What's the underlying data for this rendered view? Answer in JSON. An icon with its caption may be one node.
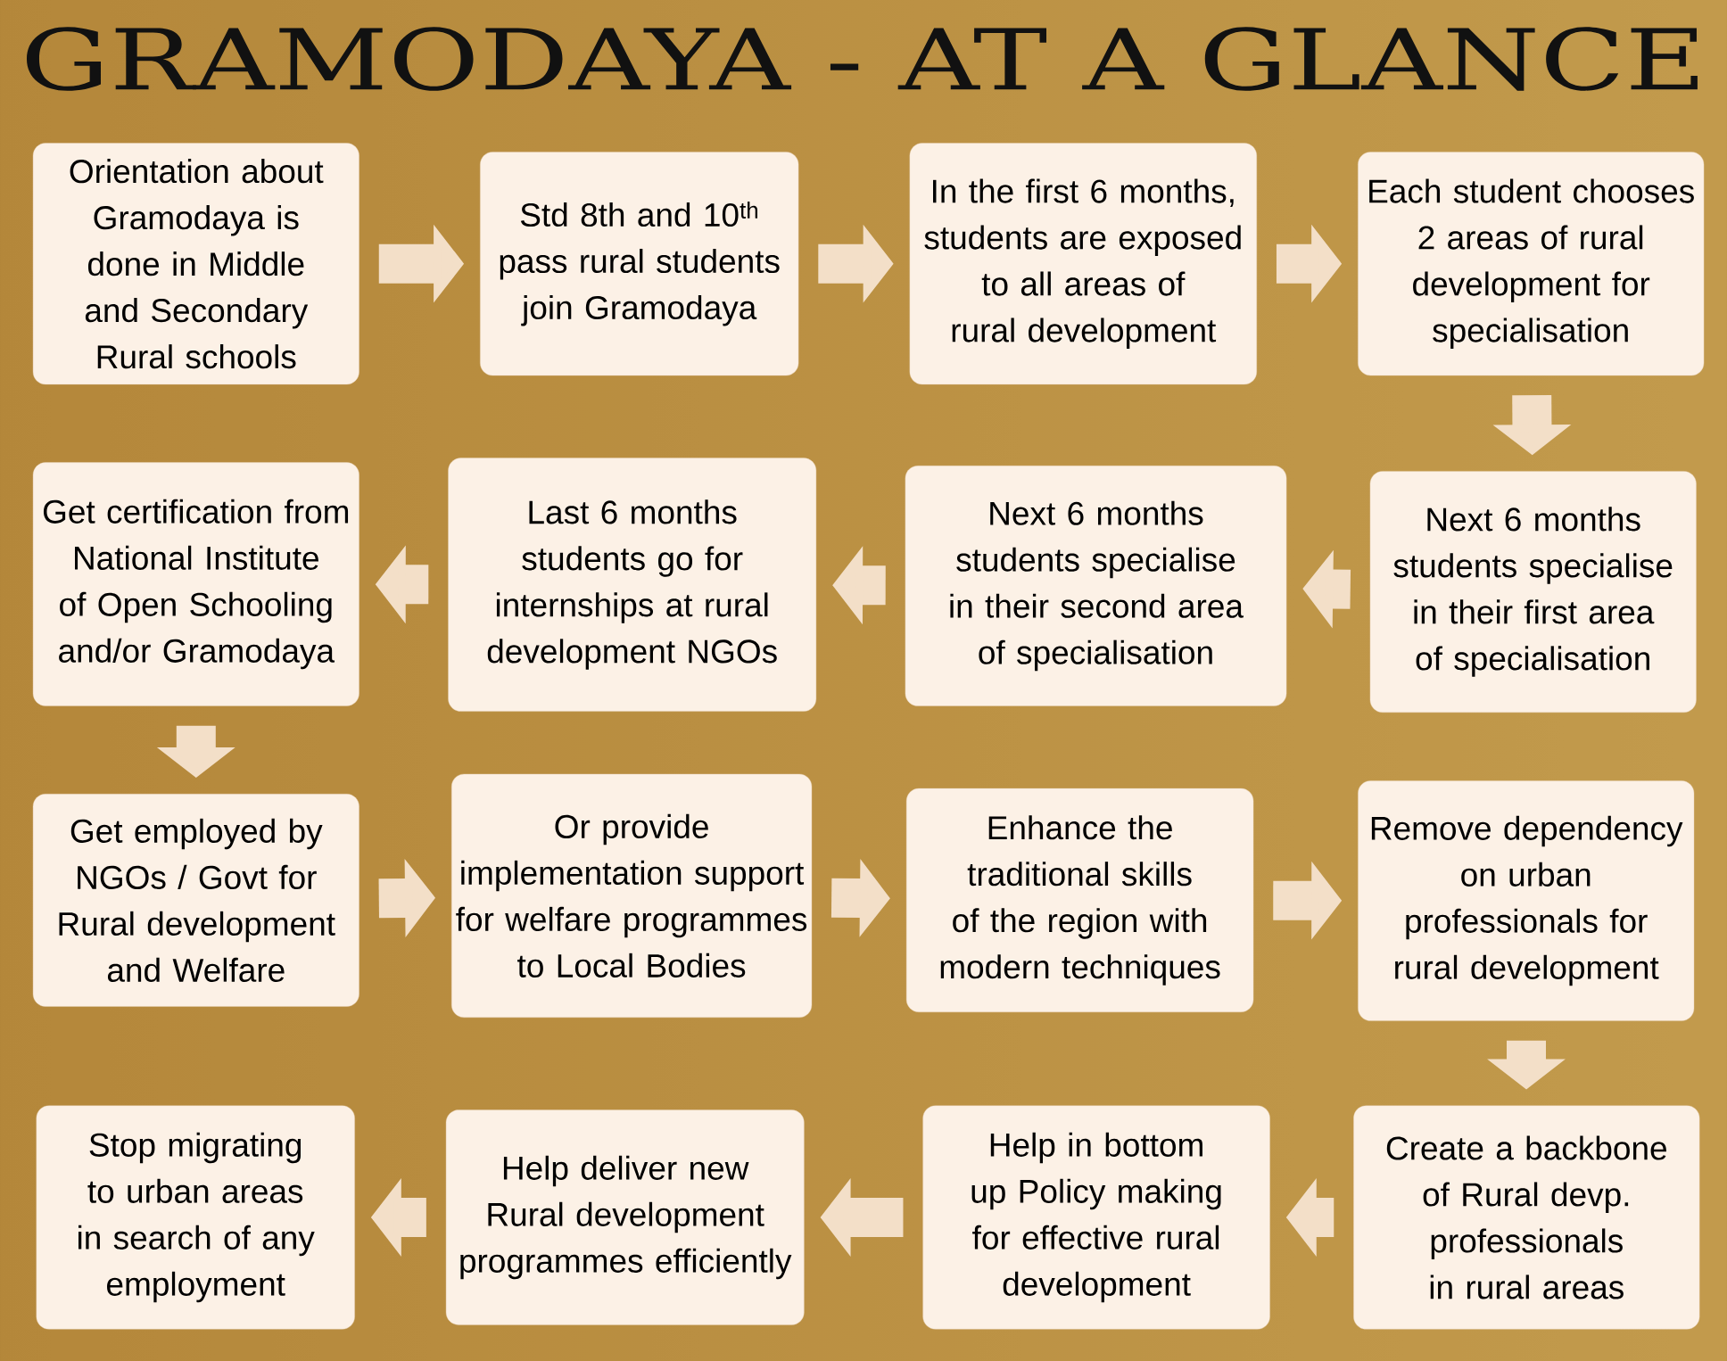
{
  "diagram": {
    "title": "GRAMODAYA - AT A GLANCE",
    "nodes": [
      {
        "text": [
          "Orientation about Gramodaya is done in Middle and Secondary Rural schools"
        ]
      },
      {
        "text": [
          "Std 8th and 10$^{th}$ pass rural students join Gramodaya"
        ]
      },
      {
        "text": [
          "In the first 6 months, students are exposed to all areas of rural development"
        ]
      },
      {
        "text": [
          "Each student chooses 2 areas of rural development for specialisation"
        ]
      },
      {
        "text": [
          "Next 6 months students specialise in their first area of specialisation"
        ]
      },
      {
        "text": [
          "Next 6 months students specialise in their second area of specialisation"
        ]
      },
      {
        "text": [
          "Last 6 months students go for internships at rural development NGOs"
        ]
      },
      {
        "text": [
          "Get certification from National Institute of Open Schooling and/or Gramodaya"
        ]
      },
      {
        "text": [
          "Get employed by NGOs / Govt for Rural development and Welfare"
        ]
      },
      {
        "text": [
          "Or provide implementation support for welfare programmes to Local Bodies"
        ]
      },
      {
        "text": [
          "Enhance the traditional skills of the region with modern techniques"
        ]
      },
      {
        "text": [
          "Remove dependency on urban professionals for rural development"
        ]
      },
      {
        "text": [
          "Create a backbone of Rural devp. professionals in rural areas"
        ]
      },
      {
        "text": [
          "Help in bottom up Policy making for effective rural development"
        ]
      },
      {
        "text": [
          "Help deliver new Rural development programmes efficiently"
        ]
      },
      {
        "text": [
          "Stop migrating to urban areas in search of any employment"
        ]
      }
    ],
    "edges": [
      {
        "from": 0,
        "to": 1,
        "arrow": "to"
      },
      {
        "from": 1,
        "to": 2,
        "arrow": "to"
      },
      {
        "from": 2,
        "to": 3,
        "arrow": "to"
      },
      {
        "from": 3,
        "to": 4,
        "arrow": "to"
      },
      {
        "from": 4,
        "to": 5,
        "arrow": "to"
      },
      {
        "from": 5,
        "to": 6,
        "arrow": "to"
      },
      {
        "from": 6,
        "to": 7,
        "arrow": "to"
      },
      {
        "from": 7,
        "to": 8,
        "arrow": "to"
      },
      {
        "from": 8,
        "to": 9,
        "arrow": "to"
      },
      {
        "from": 9,
        "to": 10,
        "arrow": "to"
      },
      {
        "from": 10,
        "to": 11,
        "arrow": "to"
      },
      {
        "from": 11,
        "to": 12,
        "arrow": "to"
      },
      {
        "from": 12,
        "to": 13,
        "arrow": "to"
      },
      {
        "from": 13,
        "to": 14,
        "arrow": "to"
      },
      {
        "from": 14,
        "to": 15,
        "arrow": "to"
      }
    ]
  }
}
